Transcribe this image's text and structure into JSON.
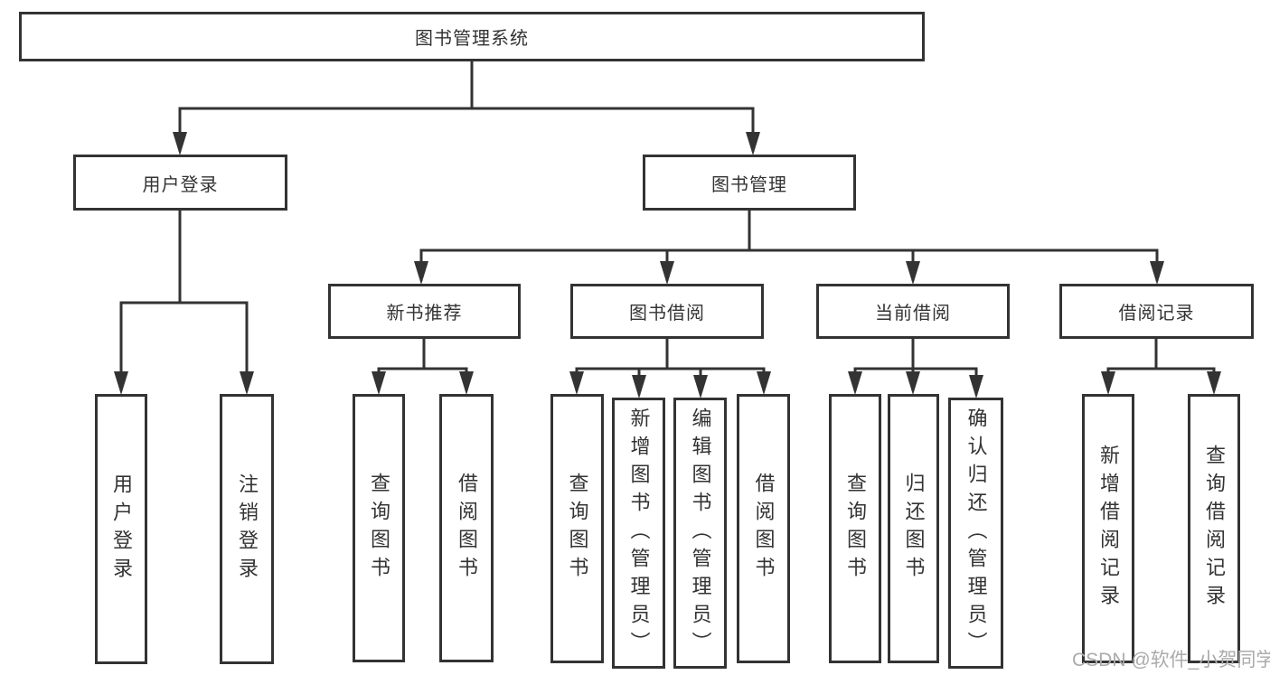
{
  "colors": {
    "line": "#333333",
    "box_border": "#333333",
    "text": "#333333",
    "watermark": "#ababab",
    "background": "#ffffff"
  },
  "tree": {
    "label": "图书管理系统",
    "children": [
      {
        "label": "用户登录",
        "children": [
          {
            "label": "用户登录"
          },
          {
            "label": "注销登录"
          }
        ]
      },
      {
        "label": "图书管理",
        "children": [
          {
            "label": "新书推荐",
            "children": [
              {
                "label": "查询图书"
              },
              {
                "label": "借阅图书"
              }
            ]
          },
          {
            "label": "图书借阅",
            "children": [
              {
                "label": "查询图书"
              },
              {
                "label": "新增图书（管理员）"
              },
              {
                "label": "编辑图书（管理员）"
              },
              {
                "label": "借阅图书"
              }
            ]
          },
          {
            "label": "当前借阅",
            "children": [
              {
                "label": "查询图书"
              },
              {
                "label": "归还图书"
              },
              {
                "label": "确认归还（管理员）"
              }
            ]
          },
          {
            "label": "借阅记录",
            "children": [
              {
                "label": "新增借阅记录"
              },
              {
                "label": "查询借阅记录"
              }
            ]
          }
        ]
      }
    ]
  },
  "watermark": {
    "text": "CSDN @软件_小贺同学"
  }
}
